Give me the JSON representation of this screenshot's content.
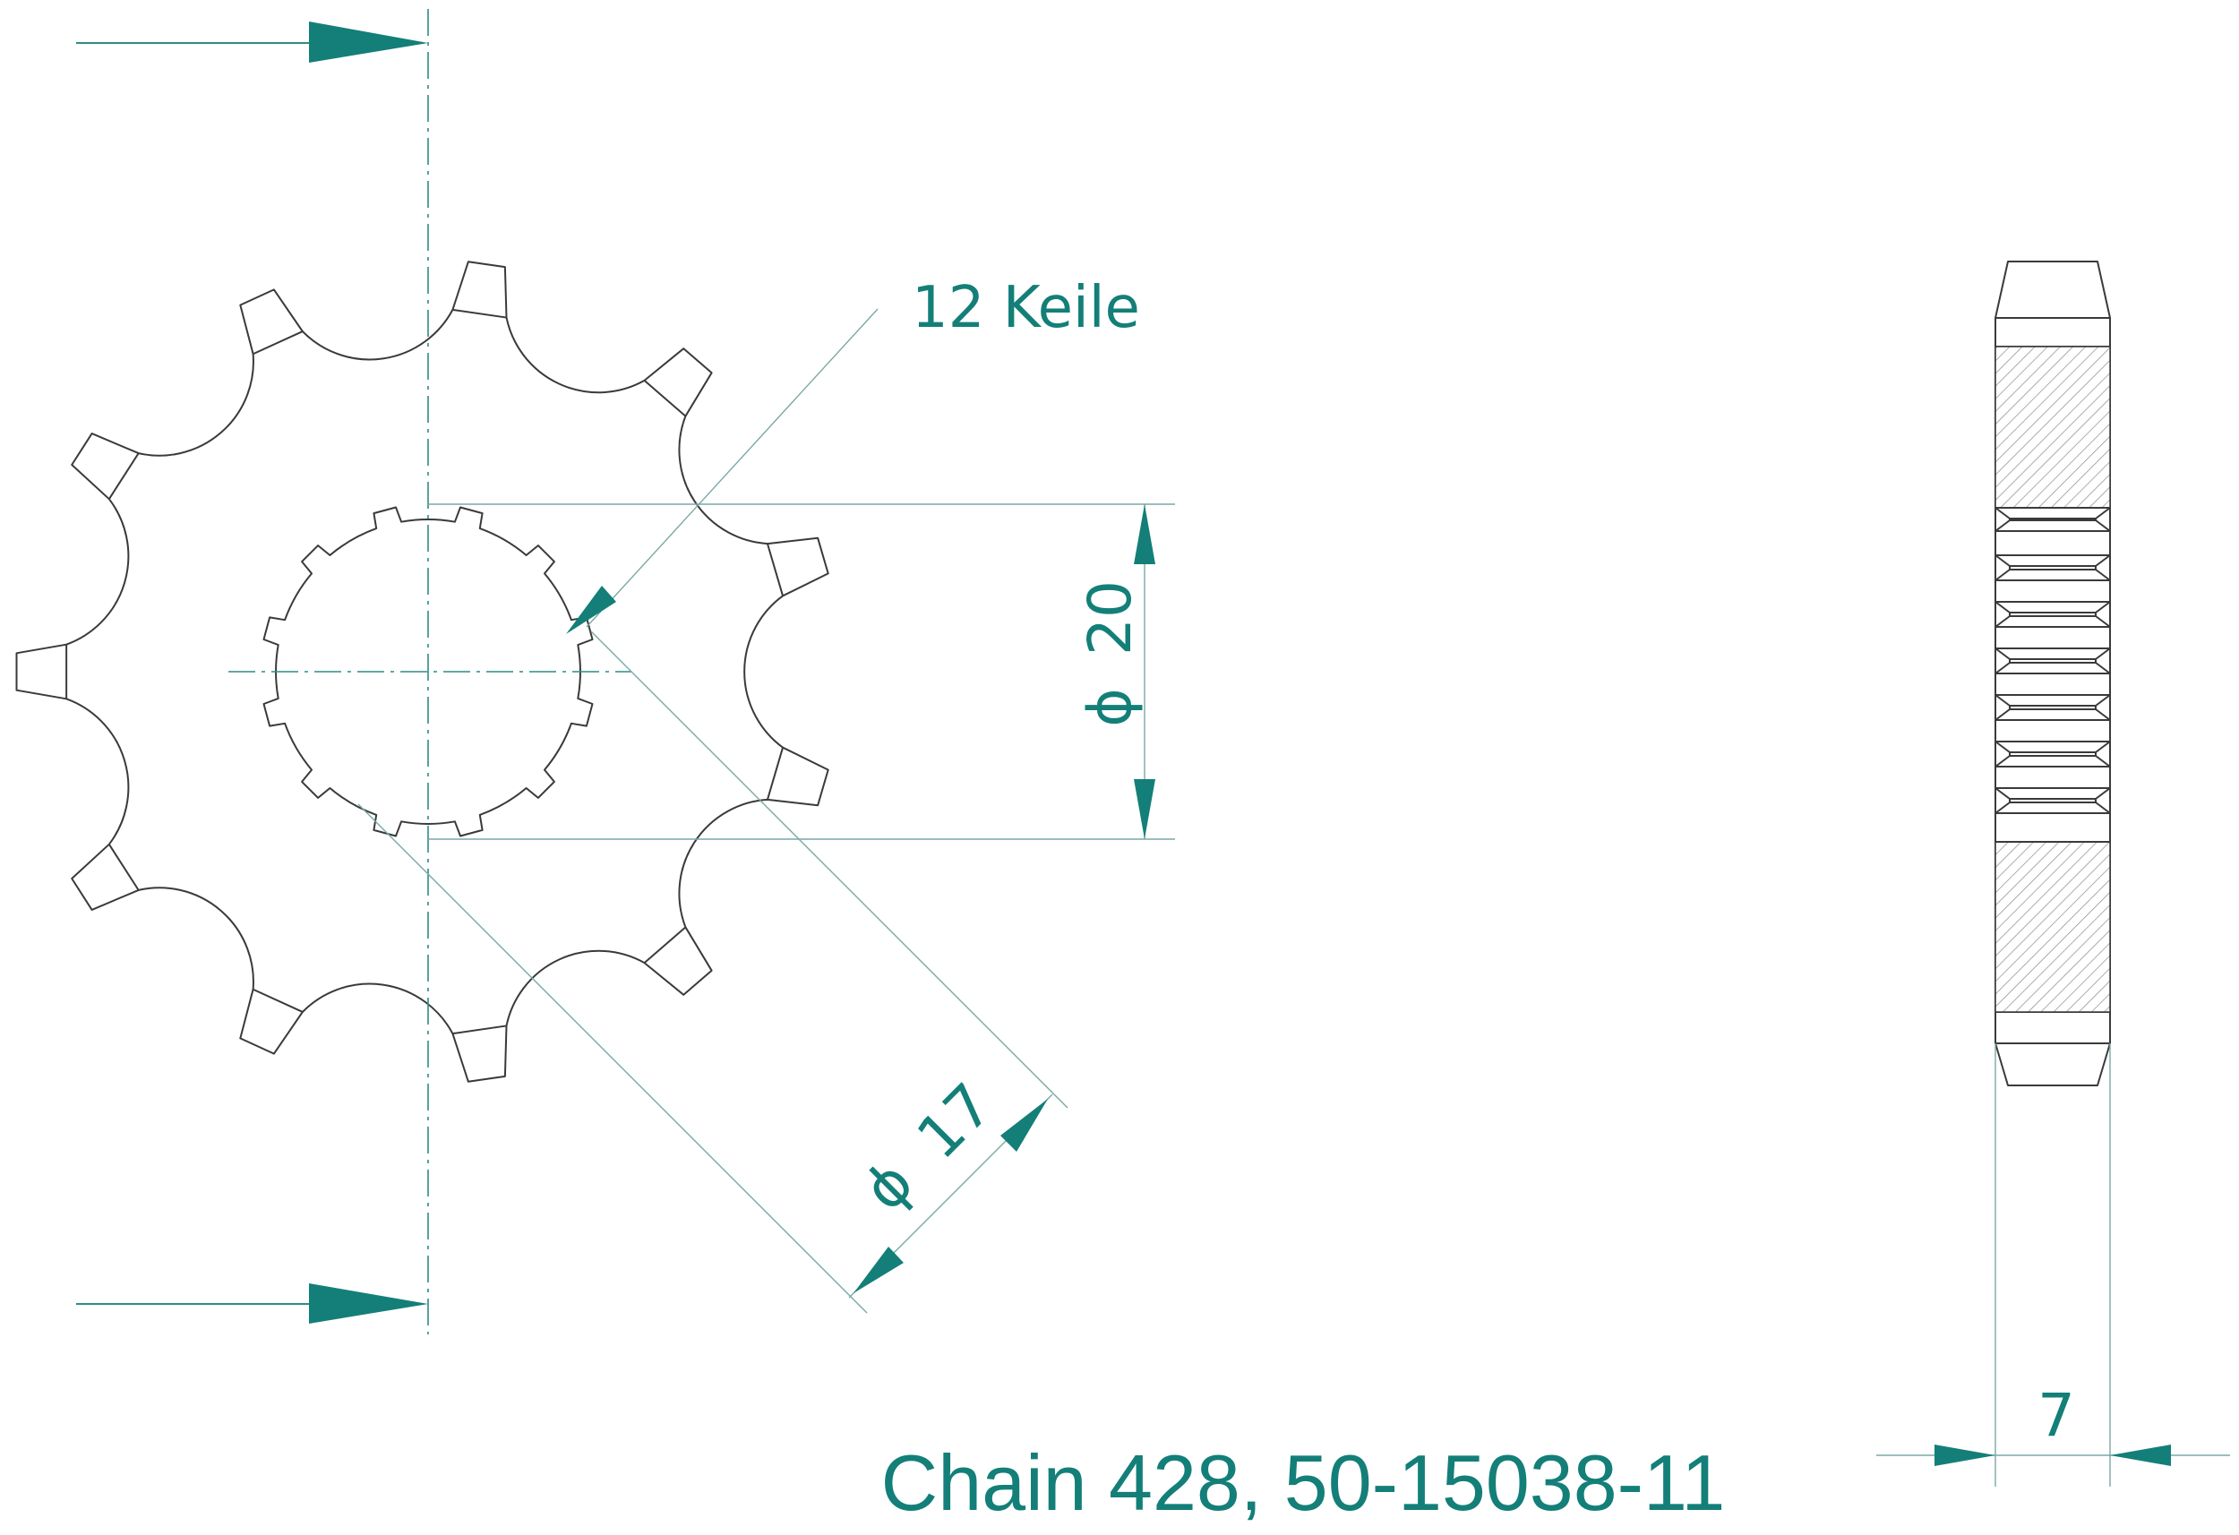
{
  "labels": {
    "splines": "12 Keile",
    "outer_dim_symbol": "ϕ",
    "outer_dim_value": "20",
    "inner_dim_symbol": "ϕ",
    "inner_dim_value": "17",
    "width_value": "7",
    "title": "Chain 428, 50-15038-11"
  },
  "sprocket": {
    "teeth": 11,
    "splines": 12
  },
  "colors": {
    "accent": "#137f78",
    "line": "#3a3a3a",
    "thin_line": "#7aa9a6"
  }
}
